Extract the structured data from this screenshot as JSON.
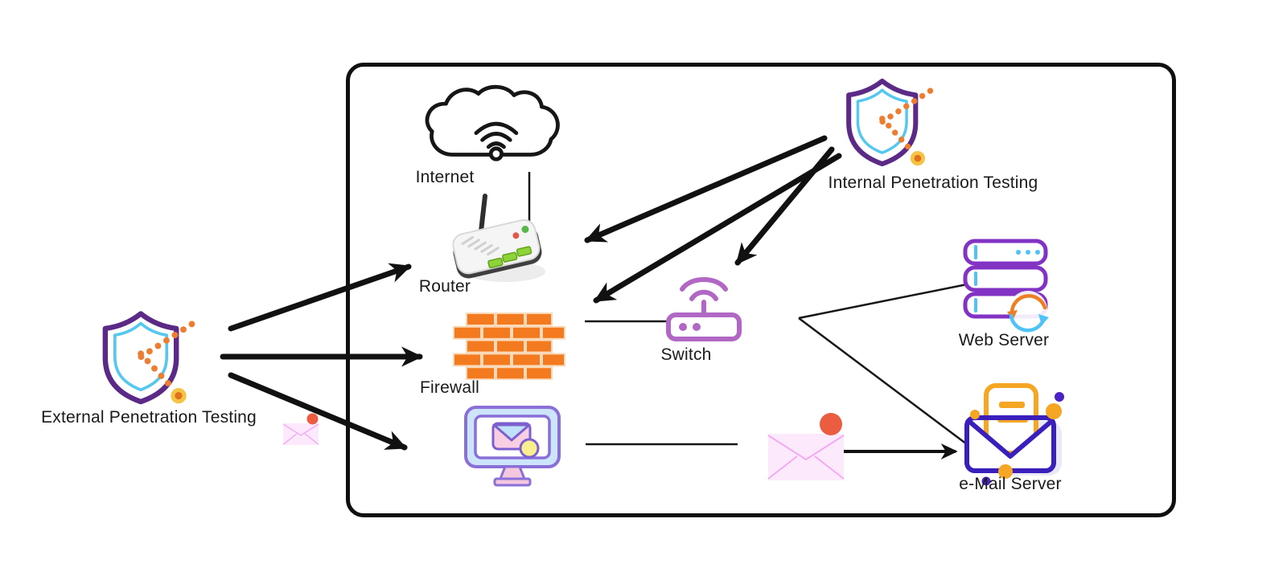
{
  "diagram": {
    "type": "network-security-diagram",
    "nodes": {
      "external_pentest": {
        "label": "External Penetration Testing",
        "icon": "shield-pentest-icon"
      },
      "internal_pentest": {
        "label": "Internal Penetration Testing",
        "icon": "shield-pentest-icon"
      },
      "internet": {
        "label": "Internet",
        "icon": "cloud-wifi-icon"
      },
      "router": {
        "label": "Router",
        "icon": "router-icon"
      },
      "firewall": {
        "label": "Firewall",
        "icon": "brick-wall-icon"
      },
      "switch": {
        "label": "Switch",
        "icon": "wireless-switch-icon"
      },
      "web_server": {
        "label": "Web Server",
        "icon": "server-stack-refresh-icon"
      },
      "email_server": {
        "label": "e-Mail Server",
        "icon": "open-envelope-letter-icon"
      },
      "workstation": {
        "label": "",
        "icon": "monitor-mail-icon"
      },
      "mail_message": {
        "label": "",
        "icon": "pink-envelope-notification-icon"
      },
      "mail_message_small": {
        "label": "",
        "icon": "pink-envelope-notification-icon"
      }
    },
    "connections": [
      {
        "from": "external_pentest",
        "to": "router",
        "style": "attack-arrow"
      },
      {
        "from": "external_pentest",
        "to": "firewall",
        "style": "attack-arrow"
      },
      {
        "from": "external_pentest",
        "to": "workstation",
        "style": "attack-arrow"
      },
      {
        "from": "internal_pentest",
        "to": "router",
        "style": "attack-arrow"
      },
      {
        "from": "internal_pentest",
        "to": "switch",
        "style": "attack-arrow"
      },
      {
        "from": "internal_pentest",
        "to": "firewall",
        "style": "attack-arrow"
      },
      {
        "from": "internet",
        "to": "router",
        "style": "plain-link"
      },
      {
        "from": "firewall",
        "to": "switch",
        "style": "plain-link"
      },
      {
        "from": "switch",
        "to": "web_server",
        "style": "plain-link"
      },
      {
        "from": "switch",
        "to": "email_server",
        "style": "plain-link"
      },
      {
        "from": "workstation",
        "to": "mail_message",
        "style": "plain-link"
      },
      {
        "from": "mail_message",
        "to": "email_server",
        "style": "arrow"
      }
    ],
    "colors": {
      "arrow_black": "#111111",
      "boundary_black": "#0f0f0f",
      "shield_purple": "#5b2a86",
      "shield_inner_blue": "#56c8f0",
      "dotted_orange": "#ed7d31",
      "target_gold": "#f6c445",
      "target_core_orange": "#e2711d",
      "brick_orange": "#f47a1f",
      "switch_purple": "#b168c5",
      "monitor_purple": "#8a6fd8",
      "monitor_blue": "#cde5fb",
      "mail_pink": "#fce9fc",
      "notification_red": "#ec5c41",
      "server_purple": "#8233c4",
      "server_blue": "#4fc3f7",
      "email_indigo": "#3a1fbd",
      "email_orange": "#f5a623"
    }
  }
}
